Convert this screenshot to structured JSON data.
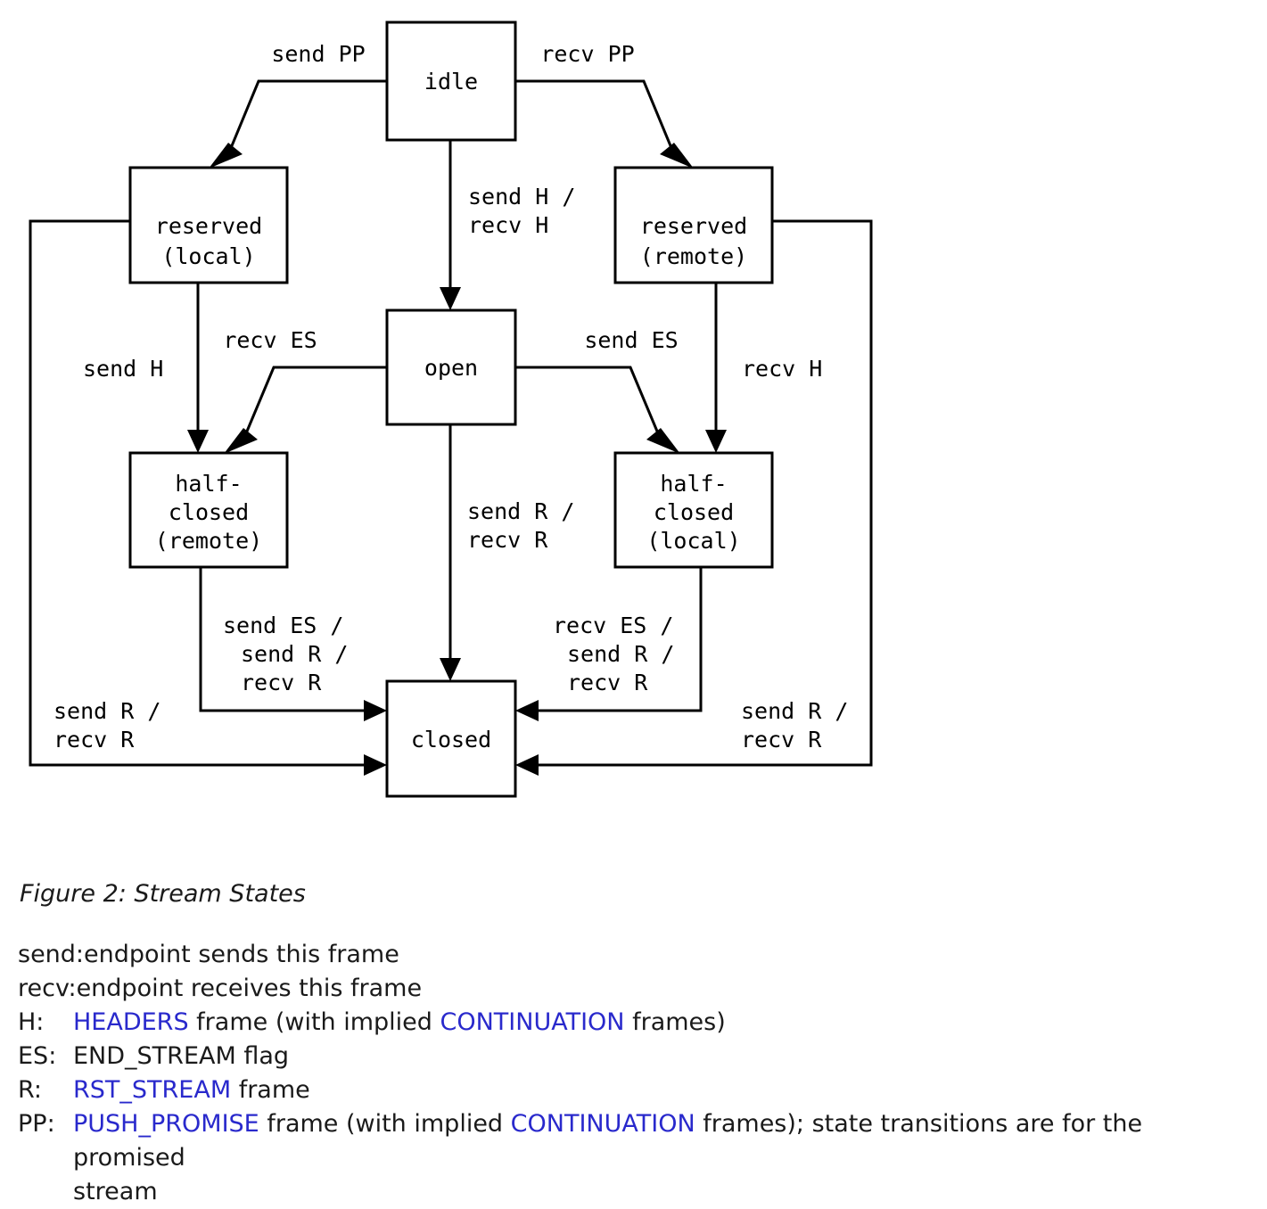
{
  "diagram": {
    "title": "Stream States",
    "states": [
      {
        "id": "idle",
        "label": "idle",
        "lines": [
          "idle"
        ]
      },
      {
        "id": "reserved-local",
        "label": "reserved (local)",
        "lines": [
          "reserved",
          "(local)"
        ]
      },
      {
        "id": "reserved-remote",
        "label": "reserved (remote)",
        "lines": [
          "reserved",
          "(remote)"
        ]
      },
      {
        "id": "open",
        "label": "open",
        "lines": [
          "open"
        ]
      },
      {
        "id": "half-closed-remote",
        "label": "half-closed (remote)",
        "lines": [
          "half-",
          "closed",
          "(remote)"
        ]
      },
      {
        "id": "half-closed-local",
        "label": "half-closed (local)",
        "lines": [
          "half-",
          "closed",
          "(local)"
        ]
      },
      {
        "id": "closed",
        "label": "closed",
        "lines": [
          "closed"
        ]
      }
    ],
    "transitions": [
      {
        "from": "idle",
        "to": "reserved-local",
        "label": "send PP",
        "lines": [
          "send PP"
        ]
      },
      {
        "from": "idle",
        "to": "reserved-remote",
        "label": "recv PP",
        "lines": [
          "recv PP"
        ]
      },
      {
        "from": "idle",
        "to": "open",
        "label": "send H / recv H",
        "lines": [
          "send H /",
          "recv H"
        ]
      },
      {
        "from": "reserved-local",
        "to": "half-closed-remote",
        "label": "send H",
        "lines": [
          "send H"
        ]
      },
      {
        "from": "reserved-remote",
        "to": "half-closed-local",
        "label": "recv H",
        "lines": [
          "recv H"
        ]
      },
      {
        "from": "open",
        "to": "half-closed-remote",
        "label": "recv ES",
        "lines": [
          "recv ES"
        ]
      },
      {
        "from": "open",
        "to": "half-closed-local",
        "label": "send ES",
        "lines": [
          "send ES"
        ]
      },
      {
        "from": "open",
        "to": "closed",
        "label": "send R / recv R",
        "lines": [
          "send R /",
          "recv R"
        ]
      },
      {
        "from": "half-closed-remote",
        "to": "closed",
        "label": "send ES / send R / recv R",
        "lines": [
          "send ES /",
          "send R /",
          "recv R"
        ]
      },
      {
        "from": "half-closed-local",
        "to": "closed",
        "label": "recv ES / send R / recv R",
        "lines": [
          "recv ES /",
          "send R /",
          "recv R"
        ]
      },
      {
        "from": "reserved-local",
        "to": "closed",
        "label": "send R / recv R",
        "lines": [
          "send R /",
          "recv R"
        ]
      },
      {
        "from": "reserved-remote",
        "to": "closed",
        "label": "send R / recv R",
        "lines": [
          "send R /",
          "recv R"
        ]
      }
    ]
  },
  "caption": "Figure 2: Stream States",
  "legend": {
    "rows": [
      {
        "key": "send:",
        "parts": [
          {
            "text": "endpoint sends this frame",
            "link": false
          }
        ]
      },
      {
        "key": "recv:",
        "parts": [
          {
            "text": "endpoint receives this frame",
            "link": false
          }
        ]
      },
      {
        "key": "H:",
        "parts": [
          {
            "text": "HEADERS",
            "link": true
          },
          {
            "text": " frame (with implied ",
            "link": false
          },
          {
            "text": "CONTINUATION",
            "link": true
          },
          {
            "text": " frames)",
            "link": false
          }
        ]
      },
      {
        "key": "ES:",
        "parts": [
          {
            "text": "END_STREAM flag",
            "link": false
          }
        ]
      },
      {
        "key": "R:",
        "parts": [
          {
            "text": "RST_STREAM",
            "link": true
          },
          {
            "text": " frame",
            "link": false
          }
        ]
      },
      {
        "key": "PP:",
        "parts": [
          {
            "text": "PUSH_PROMISE",
            "link": true
          },
          {
            "text": " frame (with implied ",
            "link": false
          },
          {
            "text": "CONTINUATION",
            "link": true
          },
          {
            "text": " frames); state transitions are for the promised",
            "link": false
          }
        ],
        "continuation": "stream"
      }
    ],
    "link_color": "#2929cc"
  }
}
